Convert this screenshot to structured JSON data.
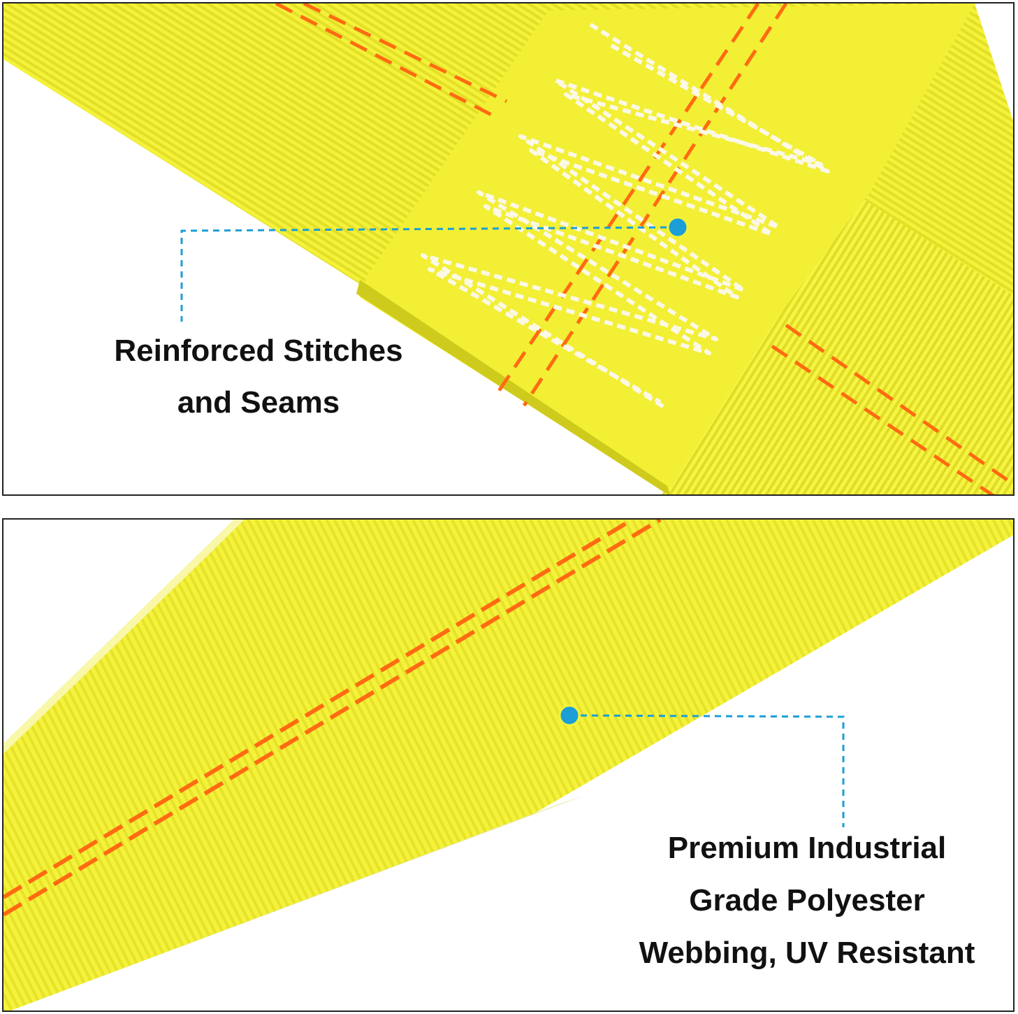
{
  "colors": {
    "webbing": "#f4f23a",
    "webbing_shadow": "#d9d51f",
    "stripe": "#ff6a12",
    "stitch": "#fbf8e6",
    "callout": "#1b9fd6",
    "frame": "#222222"
  },
  "callouts": [
    {
      "lines": [
        "Reinforced Stitches",
        "and Seams"
      ]
    },
    {
      "lines": [
        "Premium Industrial",
        "Grade Polyester",
        "Webbing, UV Resistant"
      ]
    }
  ]
}
